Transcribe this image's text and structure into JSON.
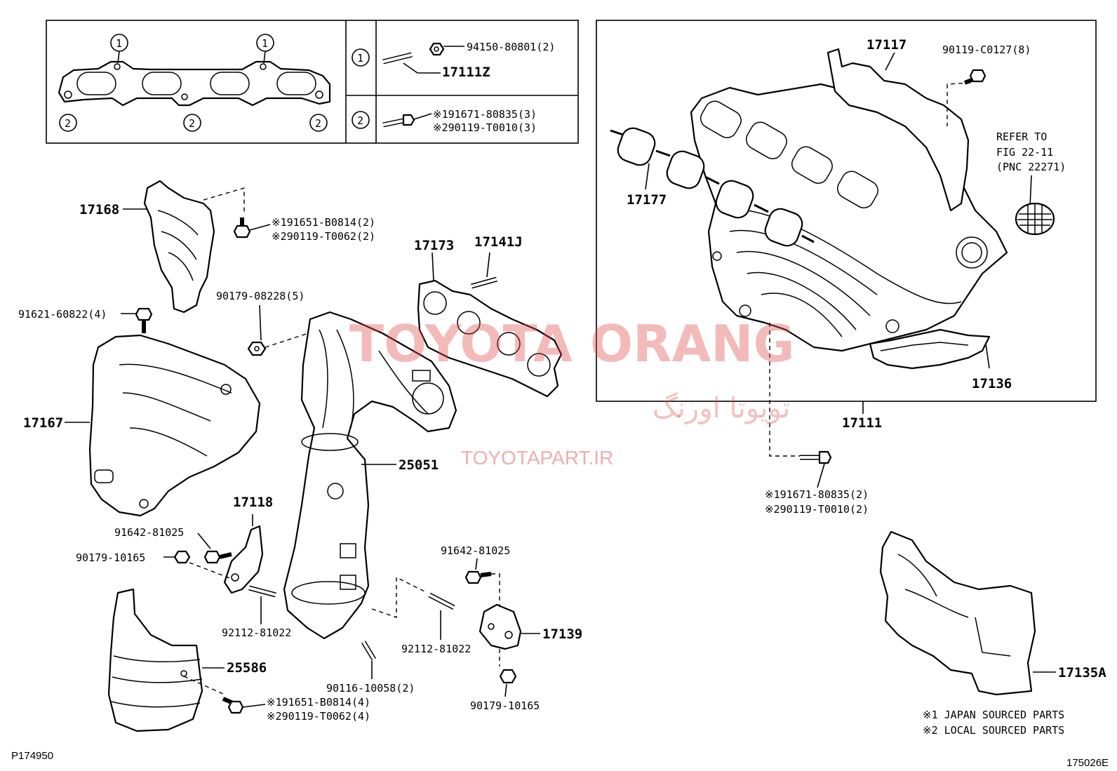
{
  "inset": {
    "circle1": "1",
    "circle2": "2",
    "row1": {
      "part1": "94150-80801(2)",
      "part2": "17111Z"
    },
    "row2": {
      "part1": "※191671-80835(3)",
      "part2": "※290119-T0010(3)"
    }
  },
  "labels": {
    "p17168": "17168",
    "p17168_b1": "※191651-B0814(2)",
    "p17168_b2": "※290119-T0062(2)",
    "p17173": "17173",
    "p17141J": "17141J",
    "p90179_08228": "90179-08228(5)",
    "p91621": "91621-60822(4)",
    "p17167": "17167",
    "p25051": "25051",
    "p17118": "17118",
    "p91642_a": "91642-81025",
    "p90179_10165_a": "90179-10165",
    "p92112_a": "92112-81022",
    "p25586": "25586",
    "p25586_b1": "※191651-B0814(4)",
    "p25586_b2": "※290119-T0062(4)",
    "p90116": "90116-10058(2)",
    "p92112_b": "92112-81022",
    "p91642_b": "91642-81025",
    "p17139": "17139",
    "p90179_10165_b": "90179-10165",
    "p17117": "17117",
    "p90119_C0127": "90119-C0127(8)",
    "refer1": "REFER TO",
    "refer2": "FIG 22-11",
    "refer3": "(PNC 22271)",
    "p17177": "17177",
    "p17136": "17136",
    "p17111": "17111",
    "p17111_b1": "※191671-80835(2)",
    "p17111_b2": "※290119-T0010(2)",
    "p17135A": "17135A"
  },
  "notes": {
    "n1": "※1 JAPAN SOURCED PARTS",
    "n2": "※2 LOCAL SOURCED PARTS"
  },
  "corner": {
    "left": "P174950",
    "right": "175026E"
  },
  "watermark": {
    "english": "TOYOTA ORANG",
    "persian": "تویوتا اورنگ",
    "url": "TOYOTAPART.IR",
    "color": "#e04a4a"
  }
}
